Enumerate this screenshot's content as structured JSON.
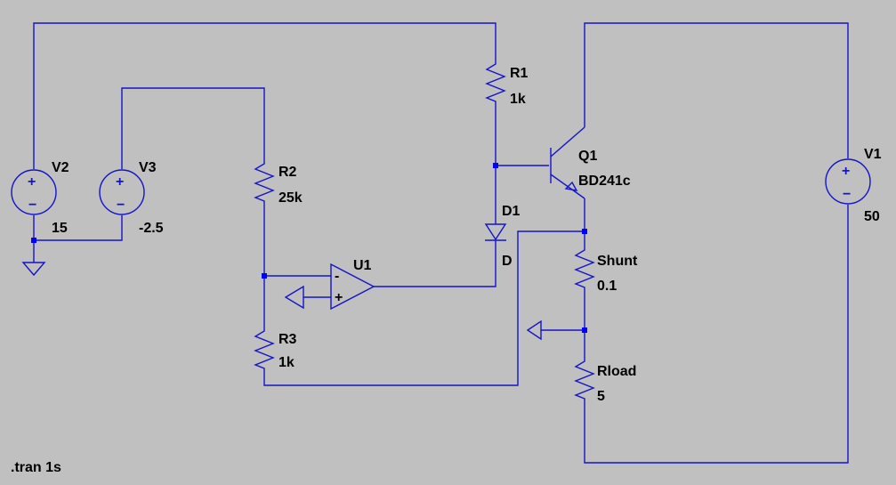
{
  "colors": {
    "background": "#c0c0c0",
    "wire": "#1414c8",
    "junction": "#0000ff",
    "text": "#000000"
  },
  "components": {
    "V1": {
      "name": "V1",
      "value": "50"
    },
    "V2": {
      "name": "V2",
      "value": "15"
    },
    "V3": {
      "name": "V3",
      "value": "-2.5"
    },
    "R1": {
      "name": "R1",
      "value": "1k"
    },
    "R2": {
      "name": "R2",
      "value": "25k"
    },
    "R3": {
      "name": "R3",
      "value": "1k"
    },
    "Q1": {
      "name": "Q1",
      "value": "BD241c"
    },
    "D1": {
      "name": "D1",
      "value": "D"
    },
    "U1": {
      "name": "U1"
    },
    "Shunt": {
      "name": "Shunt",
      "value": "0.1"
    },
    "Rload": {
      "name": "Rload",
      "value": "5"
    }
  },
  "opamp": {
    "minus": "-",
    "plus": "+"
  },
  "source_symbols": {
    "plus": "+",
    "minus": "−"
  },
  "directive": ".tran 1s"
}
